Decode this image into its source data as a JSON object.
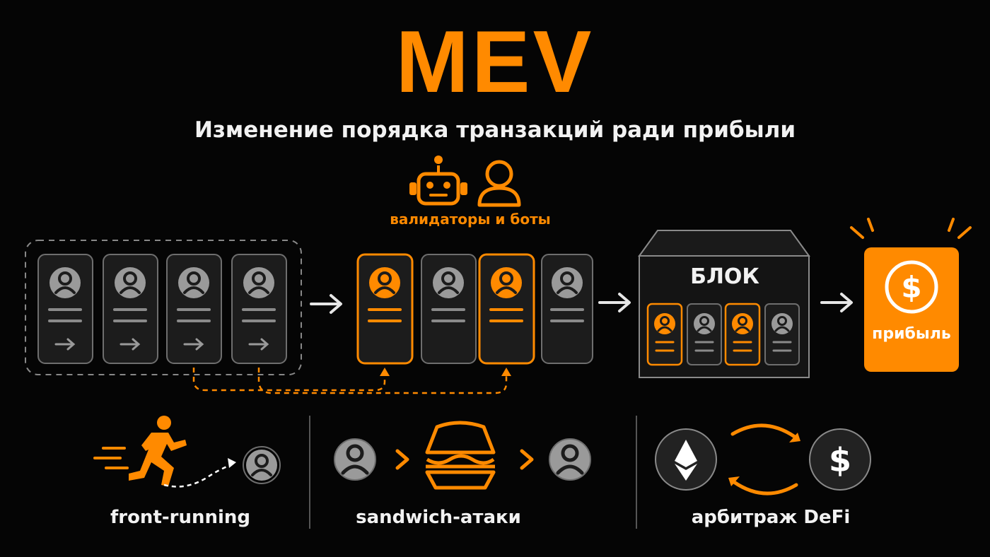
{
  "title": "MEV",
  "subtitle": "Изменение порядка транзакций ради прибыли",
  "actors_label": "валидаторы и боты",
  "block_label": "БЛОК",
  "profit_label": "прибыль",
  "profit_symbol": "$",
  "examples": {
    "front_running": "front-running",
    "sandwich": "sandwich-атаки",
    "arbitrage": "арбитраж DeFi"
  },
  "dollar_symbol": "$",
  "colors": {
    "accent": "#ff8a00",
    "background": "#050505",
    "card": "#1c1c1c",
    "card_border": "#6e6e6e",
    "text": "#f2f2f2"
  }
}
